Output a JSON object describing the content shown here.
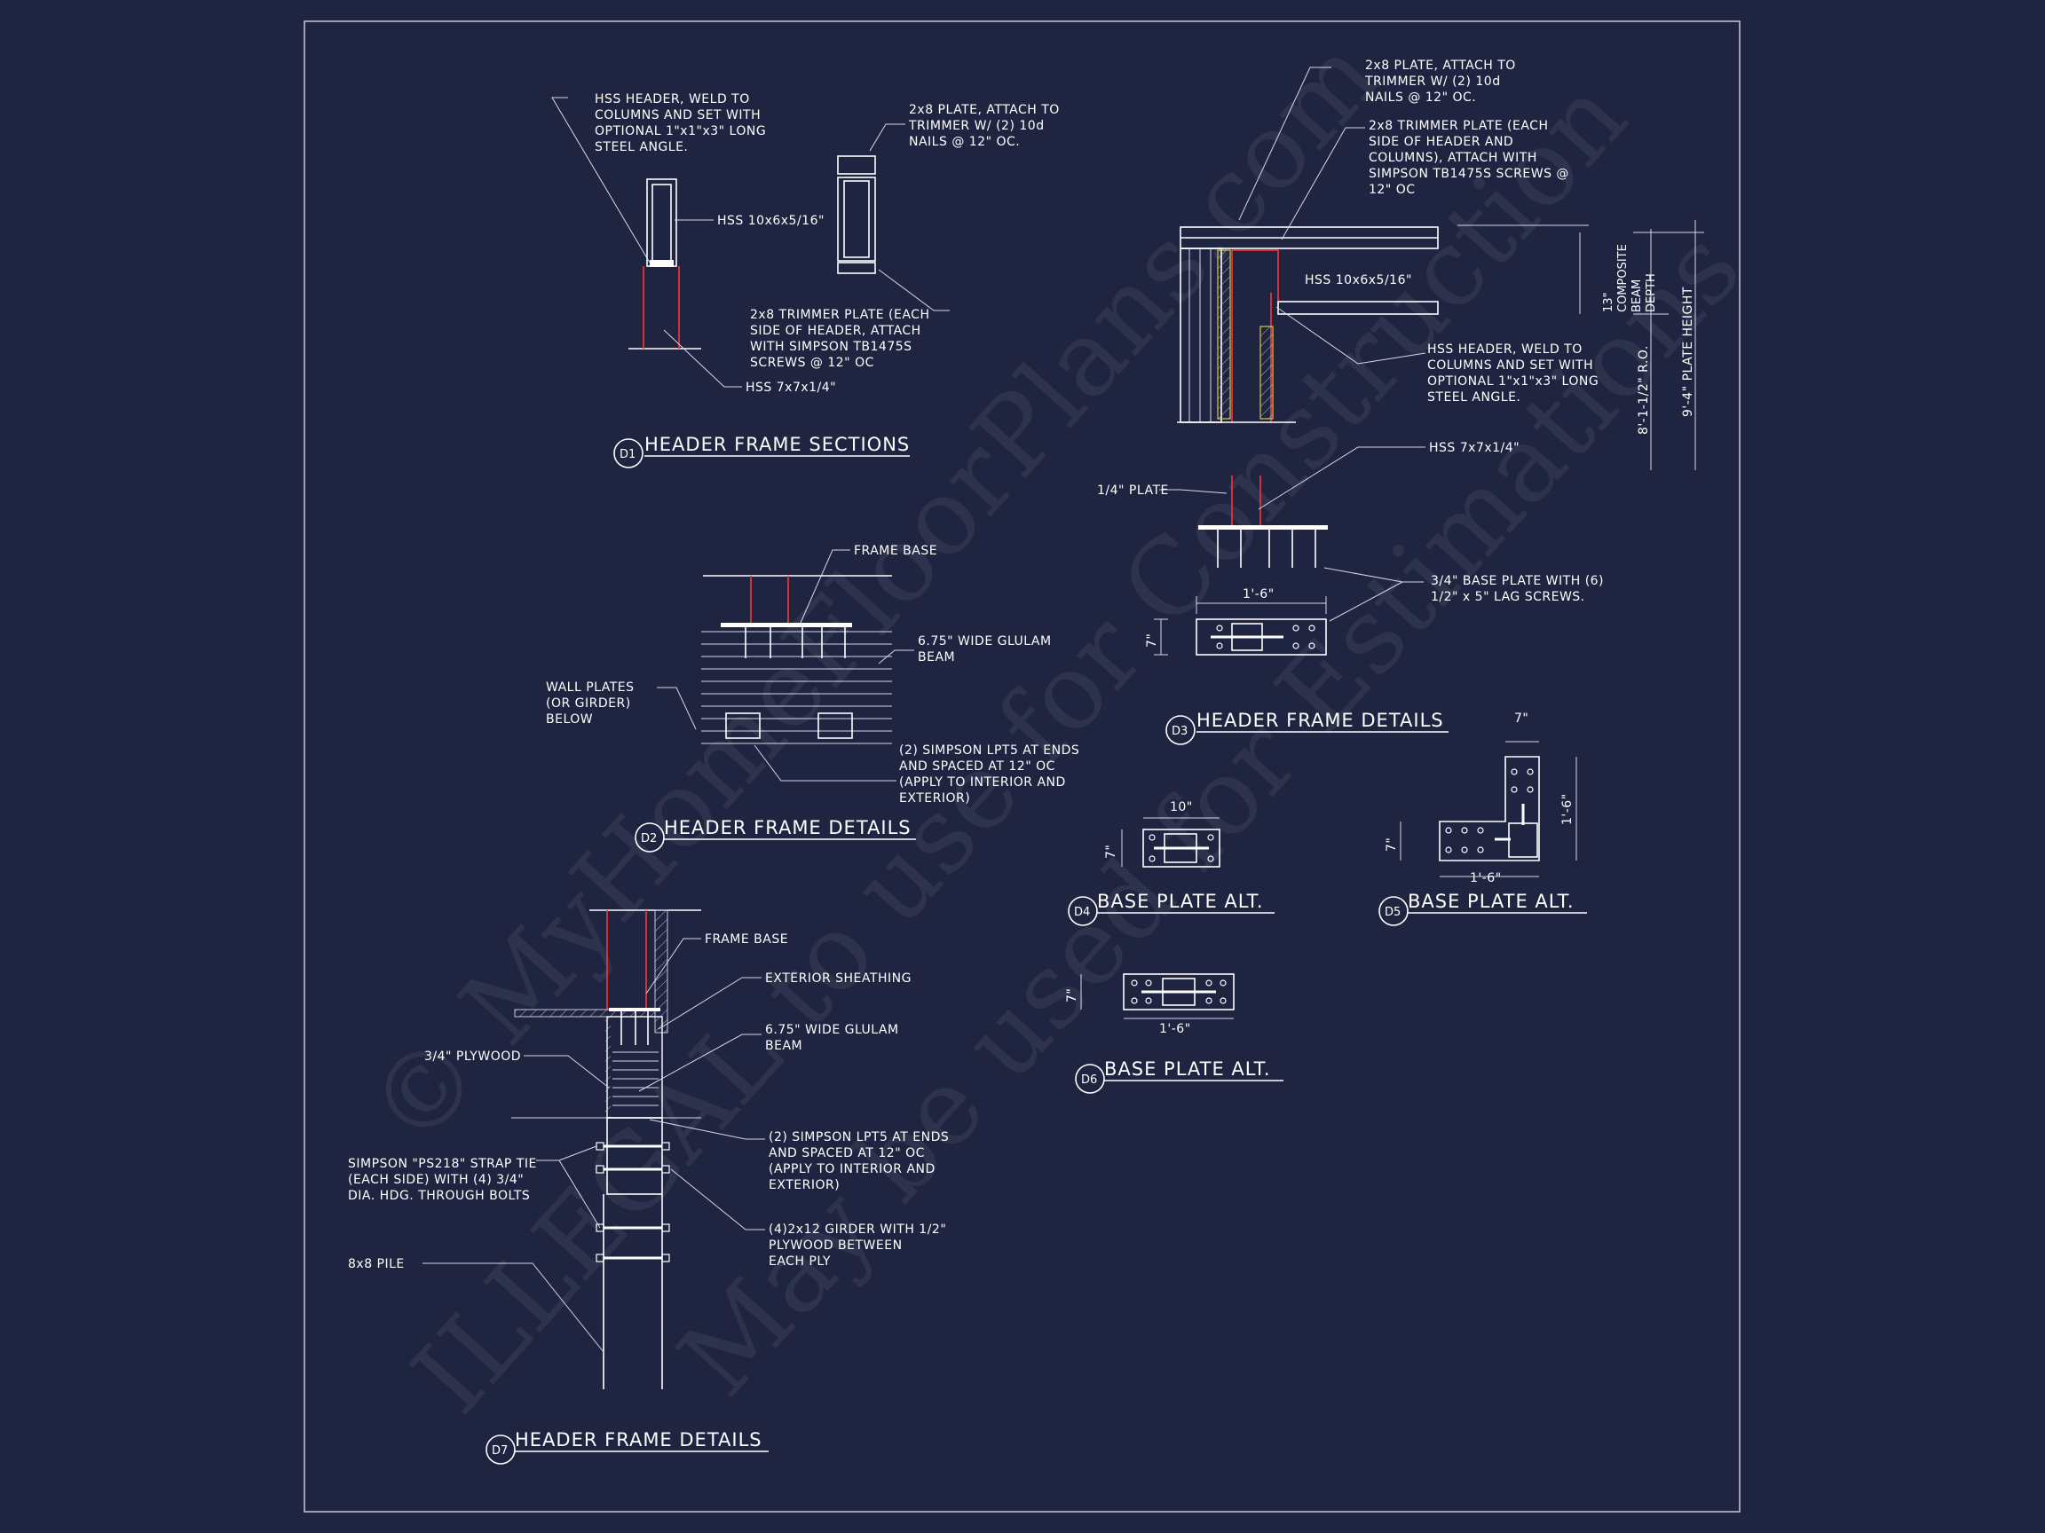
{
  "watermark": {
    "line1": "© MyHomeFloorPlans.com",
    "line2": "ILLEGAL to use for Construction",
    "line3": "May be used for Estimations"
  },
  "details": {
    "d1": {
      "tag": "D1",
      "title": "HEADER FRAME SECTIONS",
      "notes": {
        "weld": [
          "HSS HEADER, WELD TO",
          "COLUMNS AND SET WITH",
          "OPTIONAL 1\"x1\"x3\" LONG",
          "STEEL ANGLE."
        ],
        "plate": [
          "2x8 PLATE, ATTACH TO",
          "TRIMMER W/ (2) 10d",
          "NAILS @ 12\" OC."
        ],
        "hss_header": "HSS 10x6x5/16\"",
        "trimmer": [
          "2x8 TRIMMER PLATE (EACH",
          "SIDE OF HEADER, ATTACH",
          "WITH SIMPSON TB1475S",
          "SCREWS @ 12\" OC"
        ],
        "hss_column": "HSS 7x7x1/4\""
      }
    },
    "d2": {
      "tag": "D2",
      "title": "HEADER FRAME DETAILS",
      "notes": {
        "frame_base": "FRAME BASE",
        "glulam": [
          "6.75\" WIDE GLULAM",
          "BEAM"
        ],
        "wall_plates": [
          "WALL PLATES",
          "(OR GIRDER)",
          "BELOW"
        ],
        "simpson": [
          "(2) SIMPSON LPT5 AT ENDS",
          "AND SPACED AT 12\" OC",
          "(APPLY TO INTERIOR AND",
          "EXTERIOR)"
        ]
      }
    },
    "d3": {
      "tag": "D3",
      "title": "HEADER FRAME DETAILS",
      "notes": {
        "plate": [
          "2x8 PLATE, ATTACH TO",
          "TRIMMER W/ (2) 10d",
          "NAILS @ 12\" OC."
        ],
        "trimmer": [
          "2x8 TRIMMER PLATE (EACH",
          "SIDE OF HEADER AND",
          "COLUMNS), ATTACH WITH",
          "SIMPSON TB1475S SCREWS @",
          "12\" OC"
        ],
        "hss_header": "HSS 10x6x5/16\"",
        "weld": [
          "HSS HEADER, WELD TO",
          "COLUMNS AND SET WITH",
          "OPTIONAL 1\"x1\"x3\" LONG",
          "STEEL ANGLE."
        ],
        "hss_column": "HSS 7x7x1/4\"",
        "quarter_plate": "1/4\" PLATE",
        "base_plate": [
          "3/4\" BASE PLATE WITH (6)",
          "1/2\" x 5\" LAG SCREWS."
        ],
        "dim_width": "1'-6\"",
        "dim_height": "7\"",
        "dim_beam": [
          "13\"",
          "COMPOSITE",
          "BEAM",
          "DEPTH"
        ],
        "dim_ro": "8'-1-1/2\" R.O.",
        "dim_plate_height": "9'-4\" PLATE HEIGHT"
      }
    },
    "d4": {
      "tag": "D4",
      "title": "BASE PLATE ALT.",
      "dim_width": "10\"",
      "dim_height": "7\""
    },
    "d5": {
      "tag": "D5",
      "title": "BASE PLATE ALT.",
      "dim_top": "7\"",
      "dim_side": "1'-6\"",
      "dim_bottom": "1'-6\"",
      "dim_height": "7\""
    },
    "d6": {
      "tag": "D6",
      "title": "BASE PLATE ALT.",
      "dim_width": "1'-6\"",
      "dim_height": "7\""
    },
    "d7": {
      "tag": "D7",
      "title": "HEADER FRAME DETAILS",
      "notes": {
        "frame_base": "FRAME BASE",
        "sheathing": "EXTERIOR SHEATHING",
        "glulam": [
          "6.75\" WIDE GLULAM",
          "BEAM"
        ],
        "plywood": "3/4\" PLYWOOD",
        "simpson": [
          "(2) SIMPSON LPT5 AT ENDS",
          "AND SPACED AT 12\" OC",
          "(APPLY TO INTERIOR AND",
          "EXTERIOR)"
        ],
        "strap": [
          "SIMPSON \"PS218\" STRAP TIE",
          "(EACH SIDE) WITH (4) 3/4\"",
          "DIA. HDG. THROUGH BOLTS"
        ],
        "girder": [
          "(4)2x12 GIRDER WITH 1/2\"",
          "PLYWOOD BETWEEN",
          "EACH PLY"
        ],
        "pile": "8x8 PILE"
      }
    }
  }
}
